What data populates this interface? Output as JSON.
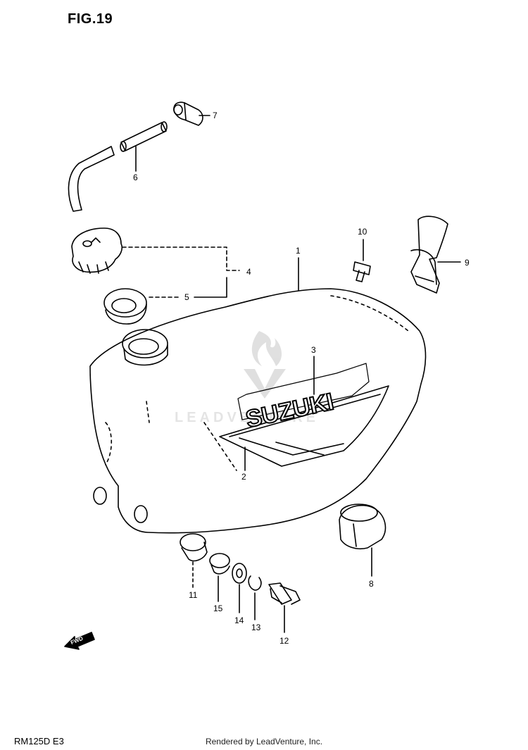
{
  "figure": {
    "title": "FIG.19"
  },
  "footer": {
    "model_code": "RM125D E3",
    "credit": "Rendered by LeadVenture, Inc."
  },
  "watermark": {
    "text": "LEADVENTURE"
  },
  "brand": {
    "tank_logo": "SUZUKI"
  },
  "fwd_arrow": {
    "text": "FWD"
  },
  "callouts": {
    "c1": "1",
    "c2": "2",
    "c3": "3",
    "c4": "4",
    "c5": "5",
    "c6": "6",
    "c7": "7",
    "c8": "8",
    "c9": "9",
    "c10": "10",
    "c11": "11",
    "c12": "12",
    "c13": "13",
    "c14": "14",
    "c15": "15"
  }
}
